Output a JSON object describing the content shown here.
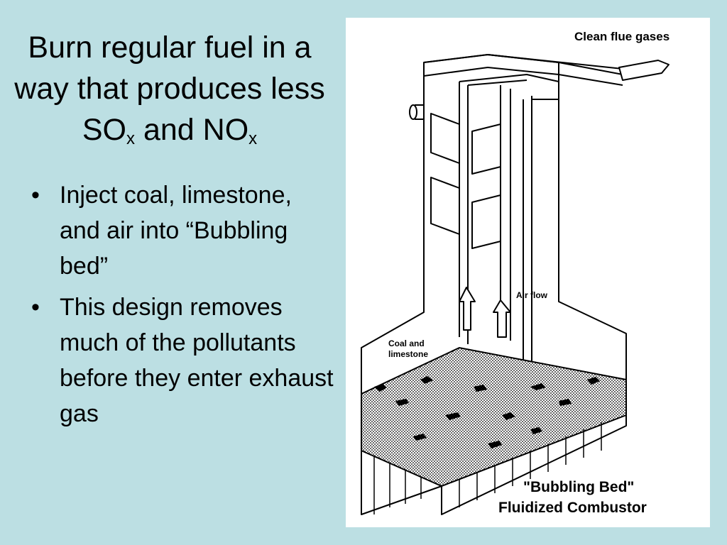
{
  "slide": {
    "title_main": "Burn regular fuel in a way that produces less SO",
    "title_sub1": "x",
    "title_and": " and NO",
    "title_sub2": "x",
    "bullets": [
      {
        "text": "Inject coal, limestone, and air into “Bubbling bed”"
      },
      {
        "text": "This design removes much of the pollutants before they enter exhaust gas"
      }
    ],
    "bullet_glyph": "•"
  },
  "diagram": {
    "labels": {
      "clean_flue_gases": "Clean flue gases",
      "air_flow": "Air flow",
      "coal_line1": "Coal and",
      "coal_line2": "limestone",
      "caption_line1": "\"Bubbling Bed\"",
      "caption_line2": "Fluidized Combustor"
    }
  }
}
